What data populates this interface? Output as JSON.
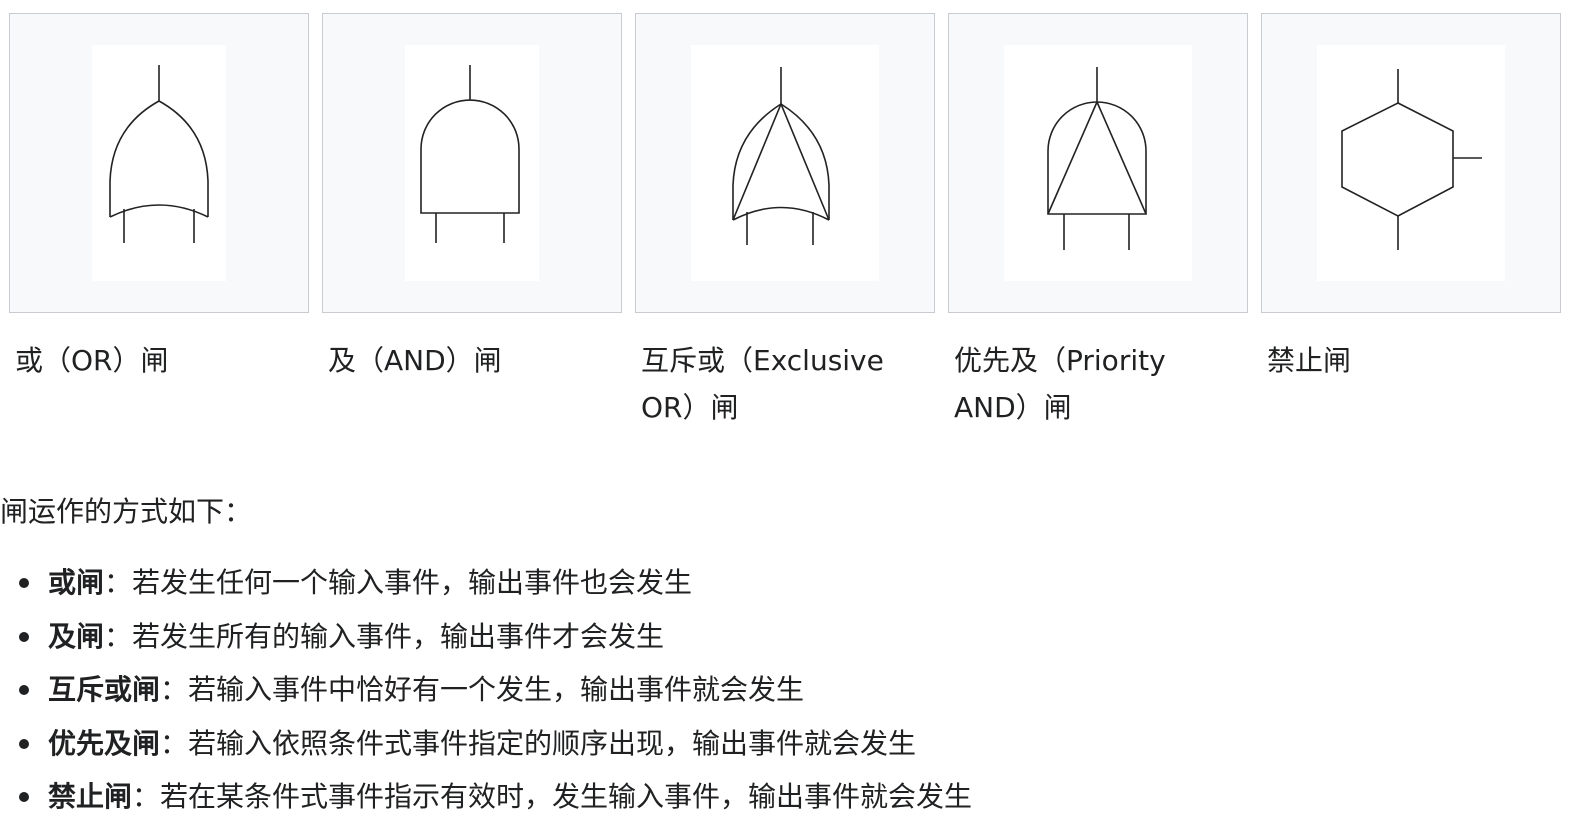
{
  "gallery": {
    "items": [
      {
        "caption": "或（OR）闸",
        "icon": "or-gate-symbol"
      },
      {
        "caption": "及（AND）闸",
        "icon": "and-gate-symbol"
      },
      {
        "caption": "互斥或（Exclusive OR）闸",
        "icon": "exclusive-or-gate-symbol"
      },
      {
        "caption": "优先及（Priority AND）闸",
        "icon": "priority-and-gate-symbol"
      },
      {
        "caption": "禁止闸",
        "icon": "inhibit-gate-symbol"
      }
    ]
  },
  "intro": "闸运作的方式如下：",
  "gates": [
    {
      "term": "或闸",
      "desc": "：若发生任何一个输入事件，输出事件也会发生"
    },
    {
      "term": "及闸",
      "desc": "：若发生所有的输入事件，输出事件才会发生"
    },
    {
      "term": "互斥或闸",
      "desc": "：若输入事件中恰好有一个发生，输出事件就会发生"
    },
    {
      "term": "优先及闸",
      "desc": "：若输入依照条件式事件指定的顺序出现，输出事件就会发生"
    },
    {
      "term": "禁止闸",
      "desc": "：若在某条件式事件指示有效时，发生输入事件，输出事件就会发生"
    }
  ],
  "colors": {
    "frame_border": "#c8ccd1",
    "frame_background": "#f8f9fa",
    "text": "#202122"
  }
}
